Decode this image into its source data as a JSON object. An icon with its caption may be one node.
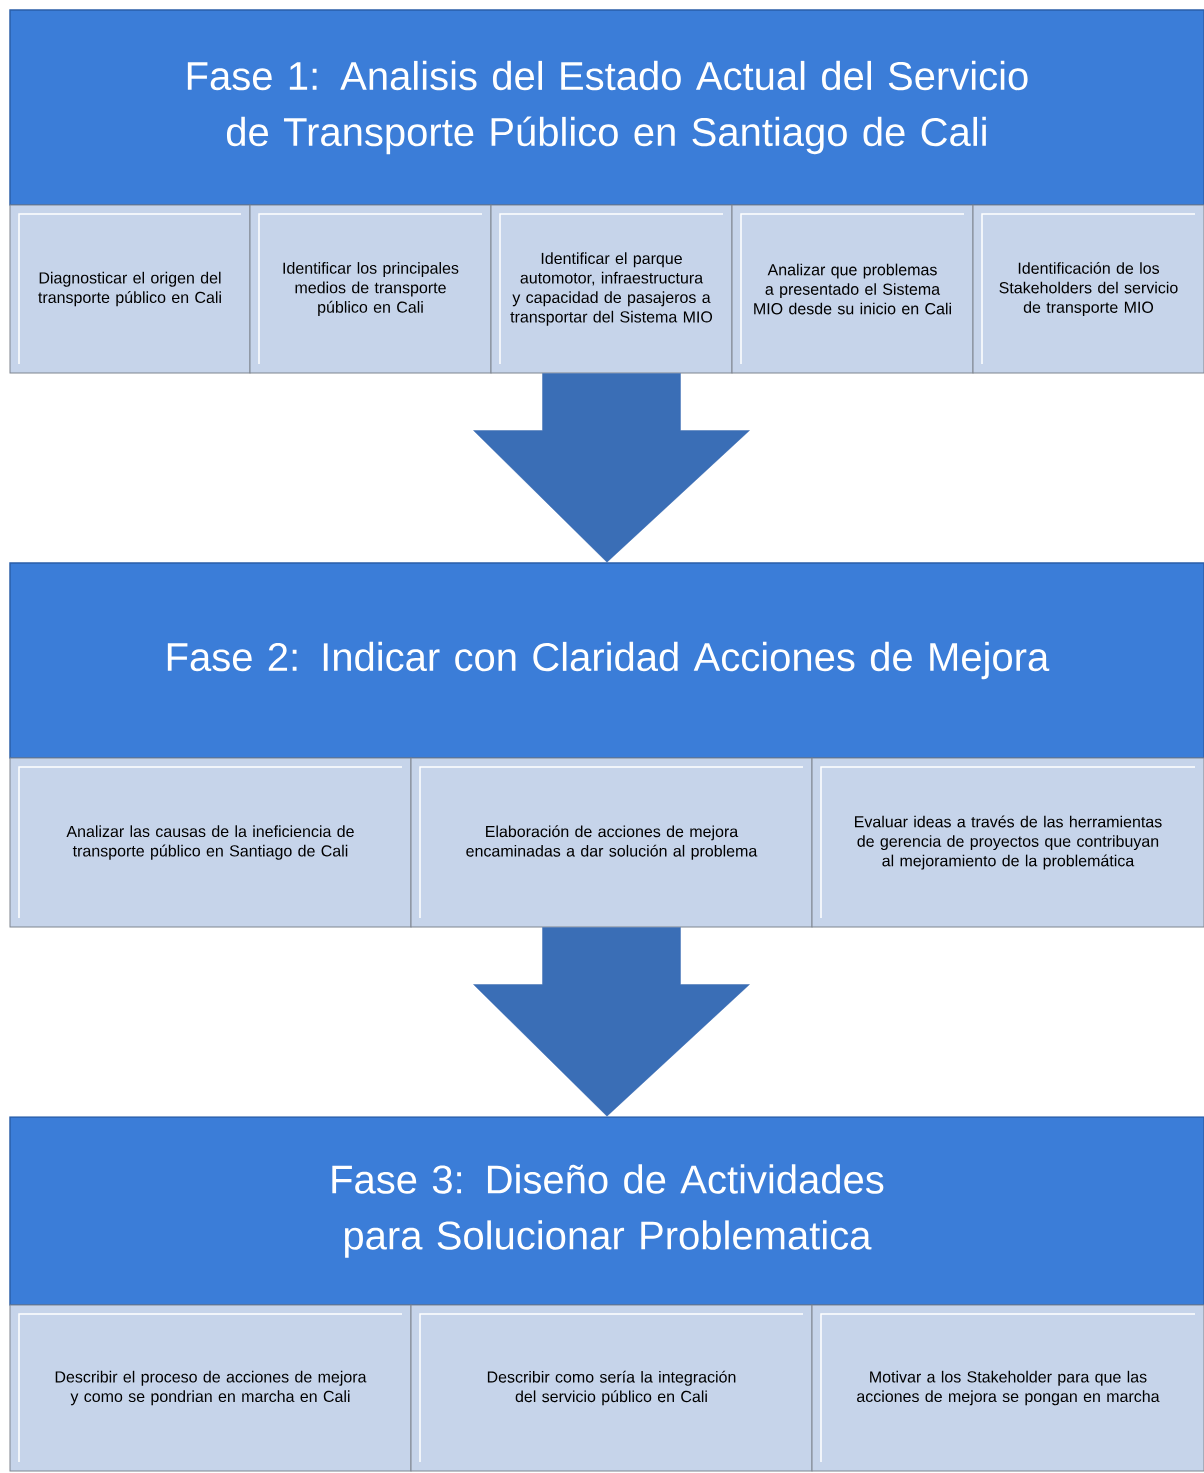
{
  "diagram": {
    "nodes": [
      {
        "text": [
          "Fase 1: Analisis del Estado Actual del Servicio de Transporte Público en Santiago de Cali"
        ]
      },
      {
        "text": [
          "Diagnosticar el origen del transporte público en Cali"
        ]
      },
      {
        "text": [
          "Identificar los principales medios de transporte público en Cali"
        ]
      },
      {
        "text": [
          "Identificar el parque automotor, infraestructura y capacidad de pasajeros a transportar del Sistema MIO"
        ]
      },
      {
        "text": [
          "Analizar que problemas a presentado el Sistema MIO desde su inicio en Cali"
        ]
      },
      {
        "text": [
          "Identificación de los Stakeholders del servicio de transporte MIO"
        ]
      },
      {
        "text": [
          "Fase 2: Indicar con Claridad Acciones de Mejora"
        ]
      },
      {
        "text": [
          "Analizar las causas de la ineficiencia de transporte público en Santiago de Cali"
        ]
      },
      {
        "text": [
          "Elaboración de acciones de mejora encaminadas a dar solución al problema"
        ]
      },
      {
        "text": [
          "Evaluar ideas a través de las herramientas de gerencia de proyectos que contribuyan al mejoramiento de la problemática"
        ]
      },
      {
        "text": [
          "Fase 3: Diseño de Actividades para Solucionar Problematica"
        ]
      },
      {
        "text": [
          "Describir el proceso de acciones de mejora y como se pondrian en marcha en Cali"
        ]
      },
      {
        "text": [
          "Describir como sería la integración del servicio público en Cali"
        ]
      },
      {
        "text": [
          "Motivar a los Stakeholder para que las acciones de mejora se pongan en marcha"
        ]
      }
    ],
    "edges": [
      {
        "from": 3,
        "to": 6,
        "arrow": "to"
      },
      {
        "from": 8,
        "to": 10,
        "arrow": "to"
      }
    ]
  }
}
